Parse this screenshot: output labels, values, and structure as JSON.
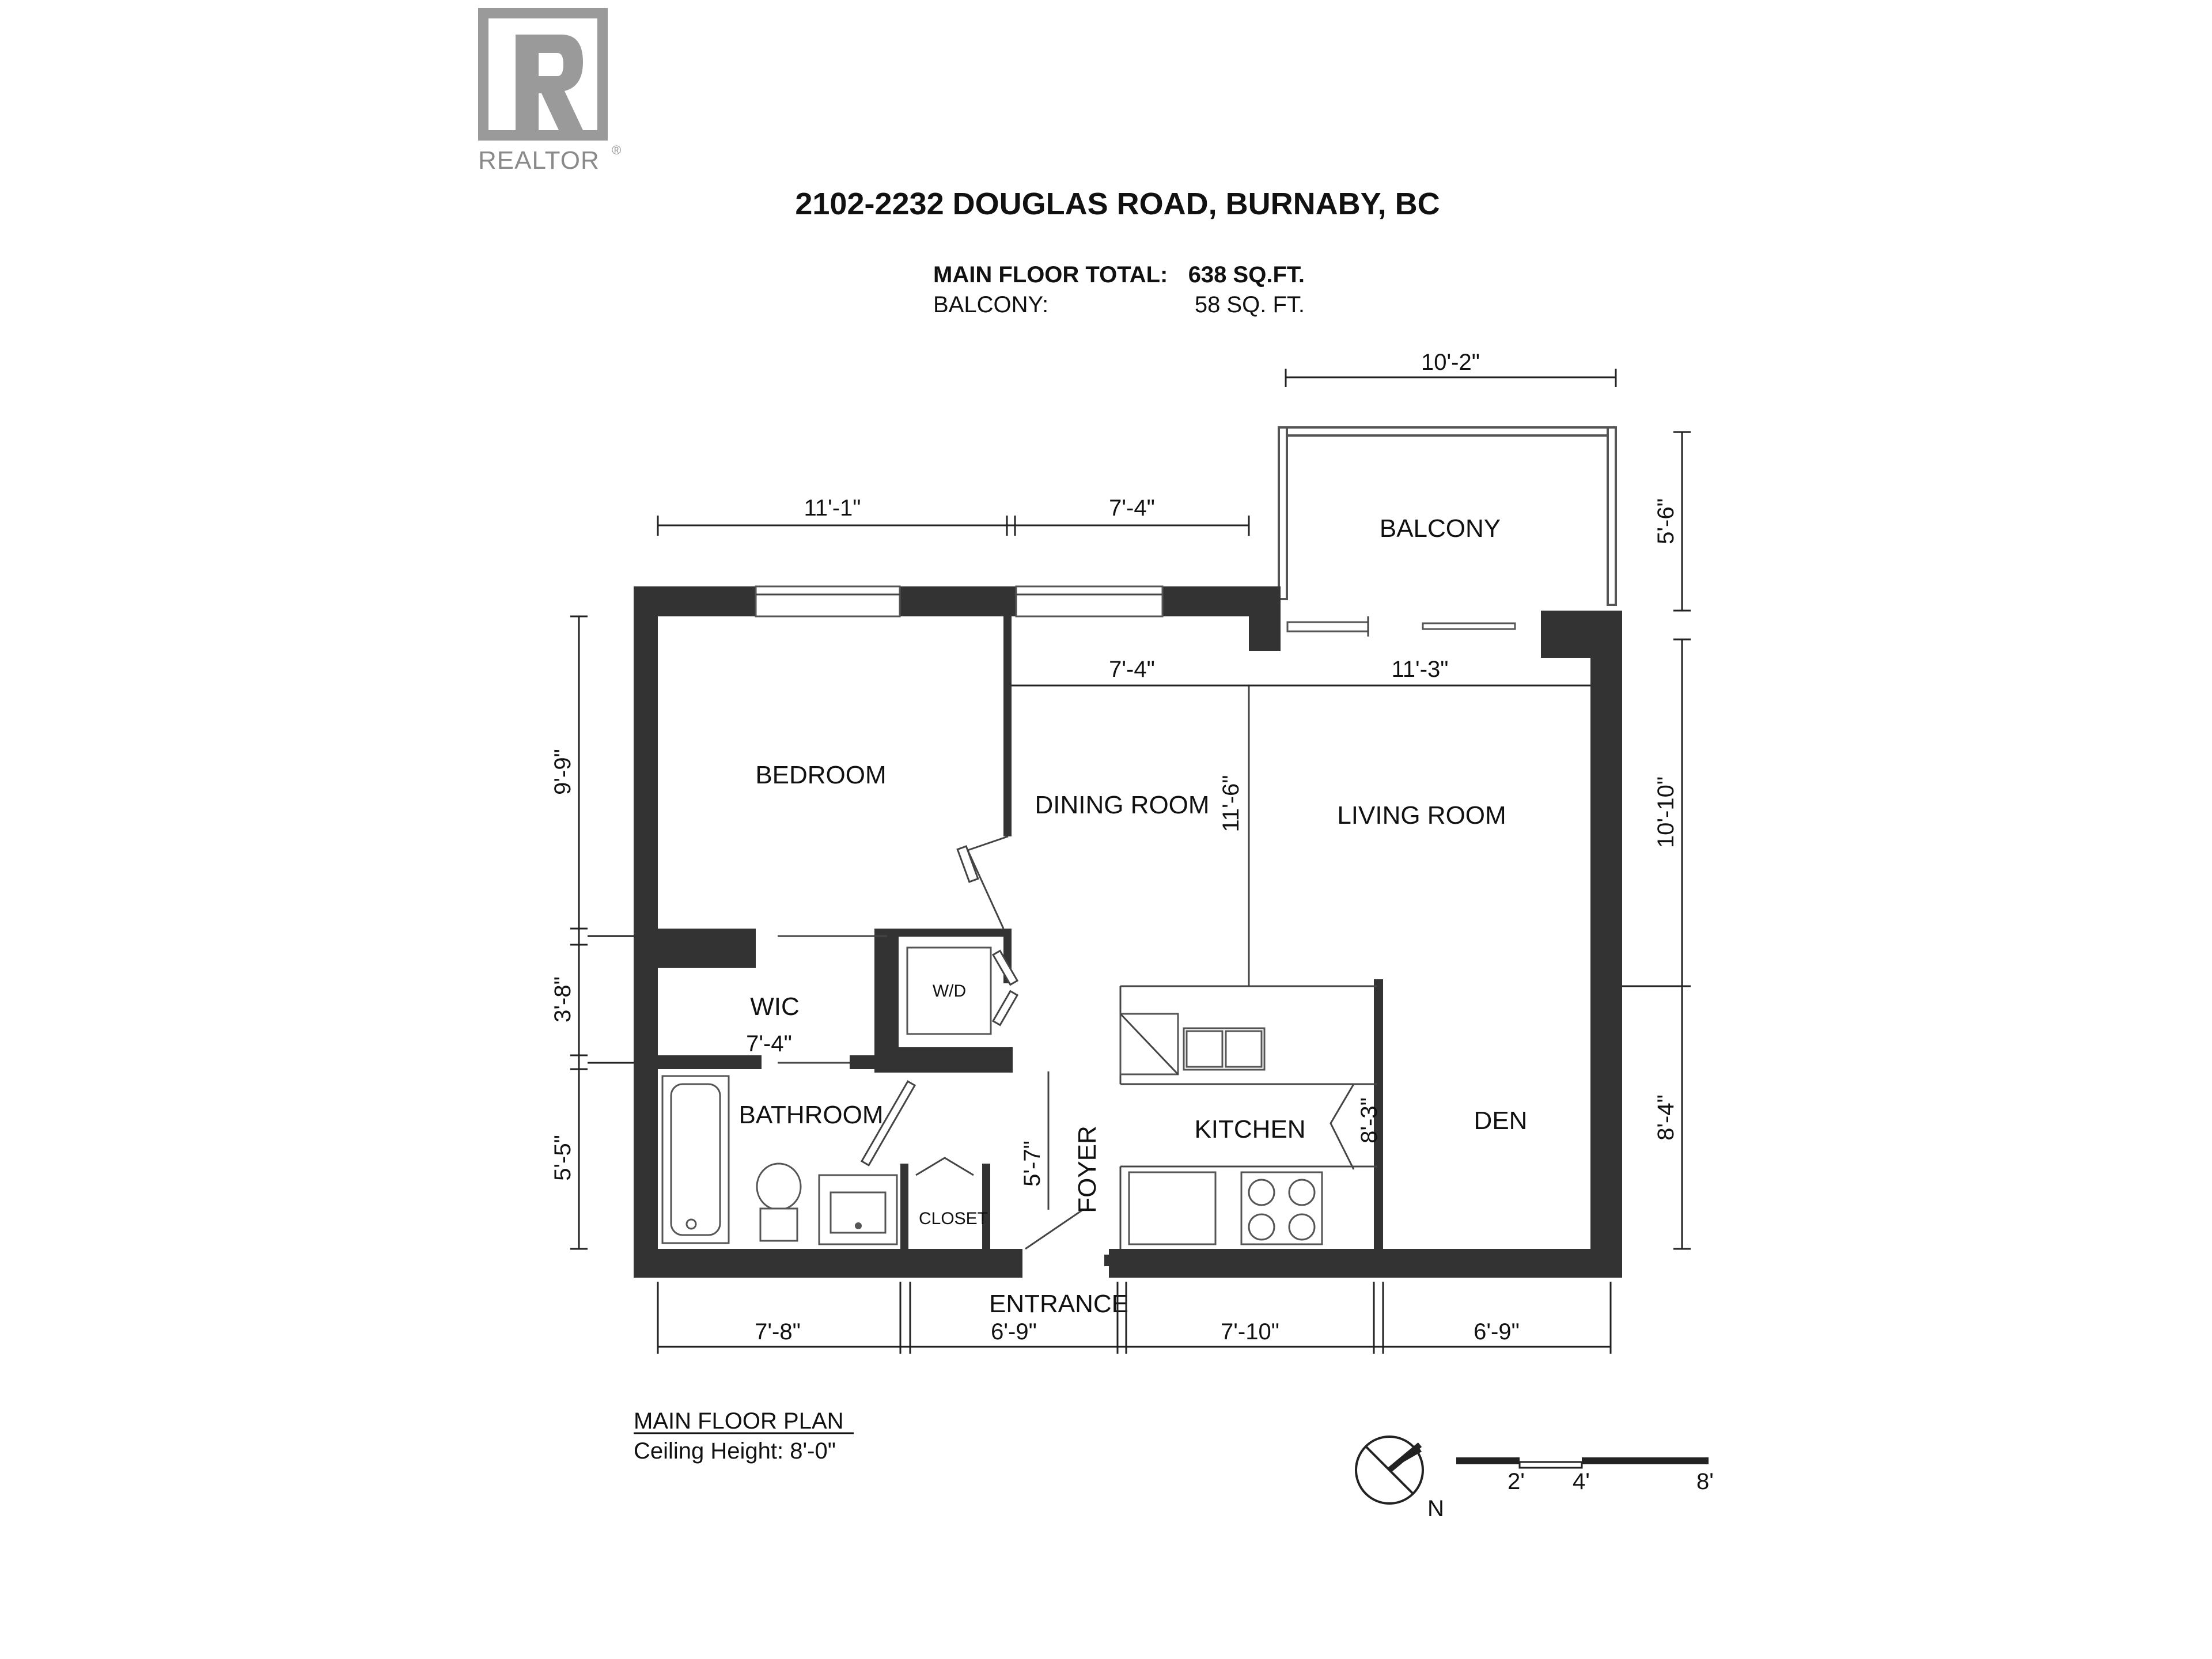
{
  "logo": {
    "text": "REALTOR",
    "mark": "®"
  },
  "header": {
    "address": "2102-2232 DOUGLAS ROAD, BURNABY, BC",
    "main_floor_label": "MAIN FLOOR TOTAL:",
    "main_floor_value": "638 SQ.FT.",
    "balcony_label": "BALCONY:",
    "balcony_value": "58 SQ. FT."
  },
  "rooms": {
    "balcony": "BALCONY",
    "bedroom": "BEDROOM",
    "dining": "DINING ROOM",
    "living": "LIVING ROOM",
    "wic": "WIC",
    "wd": "W/D",
    "bathroom": "BATHROOM",
    "kitchen": "KITCHEN",
    "den": "DEN",
    "foyer": "FOYER",
    "closet": "CLOSET",
    "entrance": "ENTRANCE"
  },
  "dimensions": {
    "balcony_width": "10'-2\"",
    "balcony_depth": "5'-6\"",
    "top_left": "11'-1\"",
    "top_mid": "7'-4\"",
    "dining_width": "7'-4\"",
    "living_width": "11'-3\"",
    "dining_depth": "11'-6\"",
    "left_bedroom": "9'-9\"",
    "left_wic": "3'-8\"",
    "left_bath": "5'-5\"",
    "wic_width": "7'-4\"",
    "foyer_depth": "5'-7\"",
    "kitchen_depth": "8'-3\"",
    "right_living": "10'-10\"",
    "right_den": "8'-4\"",
    "bottom_1": "7'-8\"",
    "bottom_2": "6'-9\"",
    "bottom_3": "7'-10\"",
    "bottom_4": "6'-9\""
  },
  "legend": {
    "plan_title": "MAIN FLOOR PLAN",
    "ceiling": "Ceiling Height: 8'-0\"",
    "north": "N",
    "scale_2": "2'",
    "scale_4": "4'",
    "scale_8": "8'"
  },
  "icons": [
    "realtor-logo-icon",
    "north-arrow-icon",
    "scale-bar-icon",
    "bathtub-icon",
    "toilet-icon",
    "sink-icon",
    "stove-icon"
  ]
}
